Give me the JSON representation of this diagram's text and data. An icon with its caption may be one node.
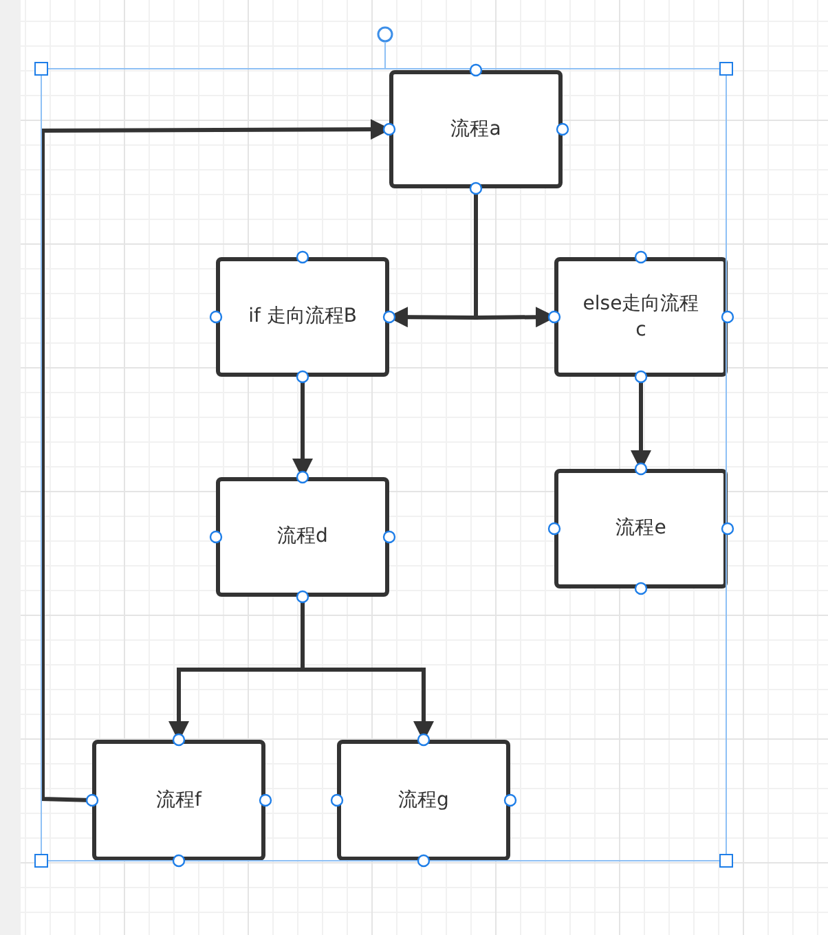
{
  "diagram": {
    "nodes": [
      {
        "text": [
          "流程a"
        ]
      },
      {
        "text": [
          "if 走向流程B"
        ]
      },
      {
        "text": [
          "else走向流程c"
        ]
      },
      {
        "text": [
          "流程d"
        ]
      },
      {
        "text": [
          "流程e"
        ]
      },
      {
        "text": [
          "流程f"
        ]
      },
      {
        "text": [
          "流程g"
        ]
      }
    ],
    "edges": [
      {
        "from": 0,
        "to": 1,
        "arrow": "to"
      },
      {
        "from": 0,
        "to": 2,
        "arrow": "to"
      },
      {
        "from": 1,
        "to": 3,
        "arrow": "to"
      },
      {
        "from": 2,
        "to": 4,
        "arrow": "to"
      },
      {
        "from": 3,
        "to": 5,
        "arrow": "to"
      },
      {
        "from": 3,
        "to": 6,
        "arrow": "to"
      },
      {
        "from": 5,
        "to": 0,
        "arrow": "to"
      }
    ]
  }
}
